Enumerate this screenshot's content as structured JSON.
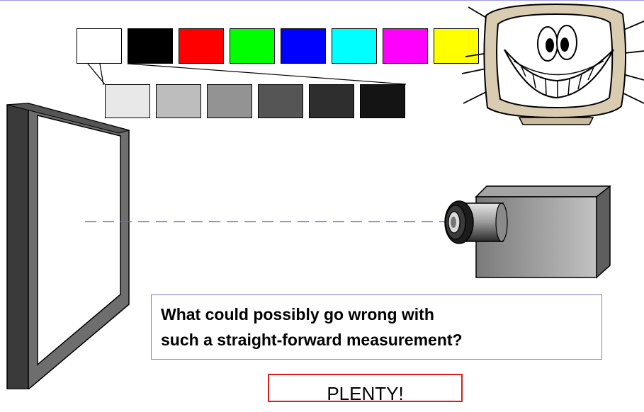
{
  "colors": {
    "top_rule": "#9a9ae6",
    "primary_swatches": [
      "#ffffff",
      "#000000",
      "#ff0000",
      "#00ff00",
      "#0000ff",
      "#00ffff",
      "#ff00ff",
      "#ffff00"
    ],
    "grey_swatches": [
      "#e8e8e8",
      "#bdbdbd",
      "#939393",
      "#555555",
      "#2e2e2e",
      "#141414"
    ],
    "guide_line": "#6a6ad8"
  },
  "icons": {
    "display": "monitor-screen-icon",
    "camera": "camera-icon",
    "tv": "smiling-tv-icon"
  },
  "question": {
    "line1": "What could possibly go wrong with",
    "line2": "such a straight-forward measurement?"
  },
  "answer": {
    "text": "PLENTY!"
  }
}
